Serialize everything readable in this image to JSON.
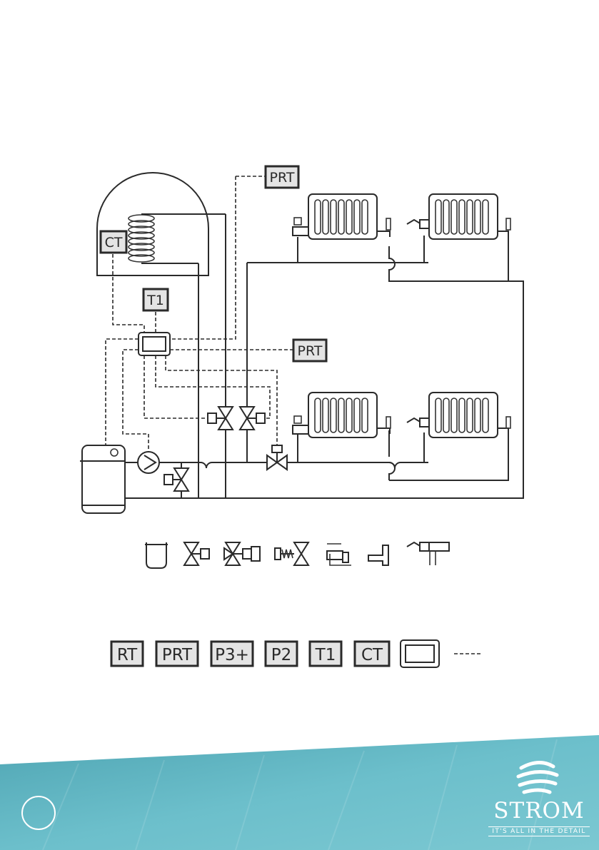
{
  "diagram": {
    "labels": {
      "prt_top": "PRT",
      "ct_cylinder": "CT",
      "t1": "T1",
      "prt_mid": "PRT"
    }
  },
  "legend": {
    "symbols": [
      "expansion-vessel",
      "valve",
      "three-way-valve",
      "actuator-valve",
      "radiator-valve",
      "lockshield",
      "thermostatic-head"
    ],
    "labels": [
      "RT",
      "PRT",
      "P3+",
      "P2",
      "T1",
      "CT"
    ]
  },
  "footer": {
    "brand": "STROM",
    "tagline": "IT'S ALL IN THE DETAIL",
    "colors": {
      "band": "#6cbfcb",
      "band_dark": "#5aaebb"
    }
  }
}
